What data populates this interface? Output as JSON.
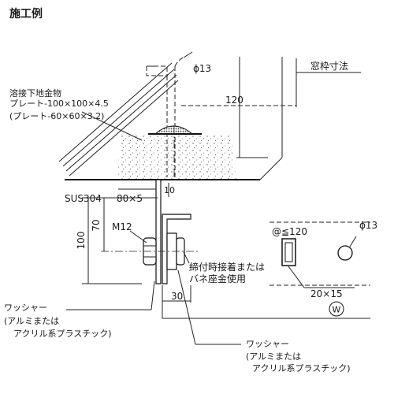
{
  "title": "施工例",
  "labels": {
    "phi13_top": "ϕ13",
    "window_frame_dim": "窓枠寸法",
    "dim_120": "120",
    "welded_part_line1": "溶接下地金物",
    "welded_part_line2": "プレート-100×100×4.5",
    "welded_part_line3": "(プレート-60×60×3.2)",
    "dim_10": "10",
    "material": "SUS304",
    "plate_size": "80×5",
    "dim_70": "70",
    "dim_100": "100",
    "bolt": "M12",
    "pitch": "@≦120",
    "phi13_right": "ϕ13",
    "fastening_line1": "締付時接着または",
    "fastening_line2": "バネ座金使用",
    "slot_size": "20×15",
    "dim_30": "30",
    "circled_w": "W",
    "washer_left_line1": "ワッシャー",
    "washer_left_line2": "(アルミまたは",
    "washer_left_line3": "アクリル系プラスチック)",
    "washer_right_line1": "ワッシャー",
    "washer_right_line2": "(アルミまたは",
    "washer_right_line3": "アクリル系プラスチック)"
  }
}
